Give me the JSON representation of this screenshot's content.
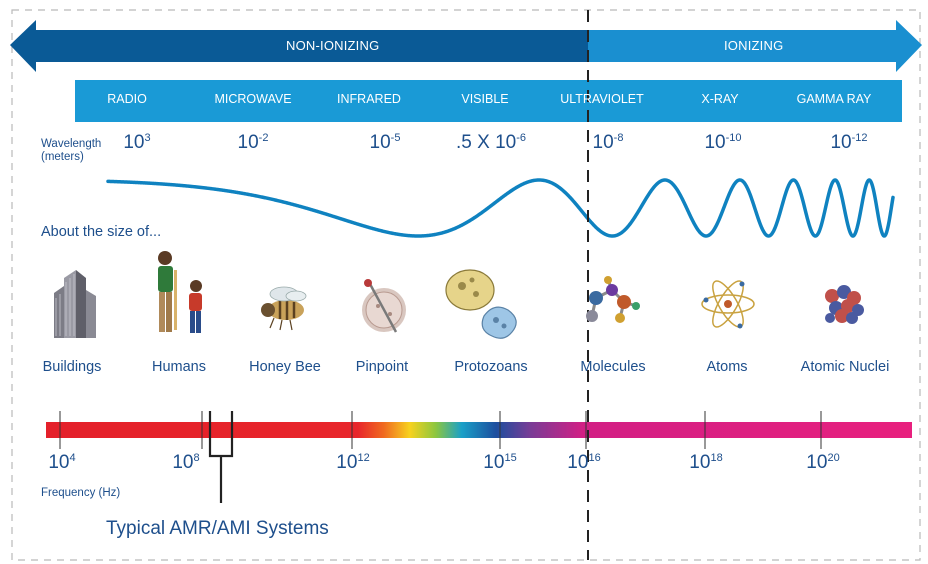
{
  "bands": {
    "non_ionizing": "NON-IONIZING",
    "ionizing": "IONIZING"
  },
  "spectrum": [
    "RADIO",
    "MICROWAVE",
    "INFRARED",
    "VISIBLE",
    "ULTRAVIOLET",
    "X-RAY",
    "GAMMA RAY"
  ],
  "wavelength": {
    "label": "Wavelength",
    "unit": "(meters)",
    "values": [
      {
        "base": "10",
        "exp": "3"
      },
      {
        "base": "10",
        "exp": "-2"
      },
      {
        "base": "10",
        "exp": "-5"
      },
      {
        "base": ".5 X 10",
        "exp": "-6"
      },
      {
        "base": "10",
        "exp": "-8"
      },
      {
        "base": "10",
        "exp": "-10"
      },
      {
        "base": "10",
        "exp": "-12"
      }
    ]
  },
  "size_caption": "About the size of...",
  "objects": [
    "Buildings",
    "Humans",
    "Honey Bee",
    "Pinpoint",
    "Protozoans",
    "Molecules",
    "Atoms",
    "Atomic Nuclei"
  ],
  "frequency": {
    "label": "Frequency (Hz)",
    "values": [
      {
        "base": "10",
        "exp": "4"
      },
      {
        "base": "10",
        "exp": "8"
      },
      {
        "base": "10",
        "exp": "12"
      },
      {
        "base": "10",
        "exp": "15"
      },
      {
        "base": "10",
        "exp": "16"
      },
      {
        "base": "10",
        "exp": "18"
      },
      {
        "base": "10",
        "exp": "20"
      }
    ]
  },
  "amr_label": "Typical AMR/AMI Systems",
  "colors": {
    "dark_blue": "#0a5a96",
    "mid_blue": "#1a8fd0",
    "wave": "#0f82c0",
    "text": "#1e4f8c"
  }
}
